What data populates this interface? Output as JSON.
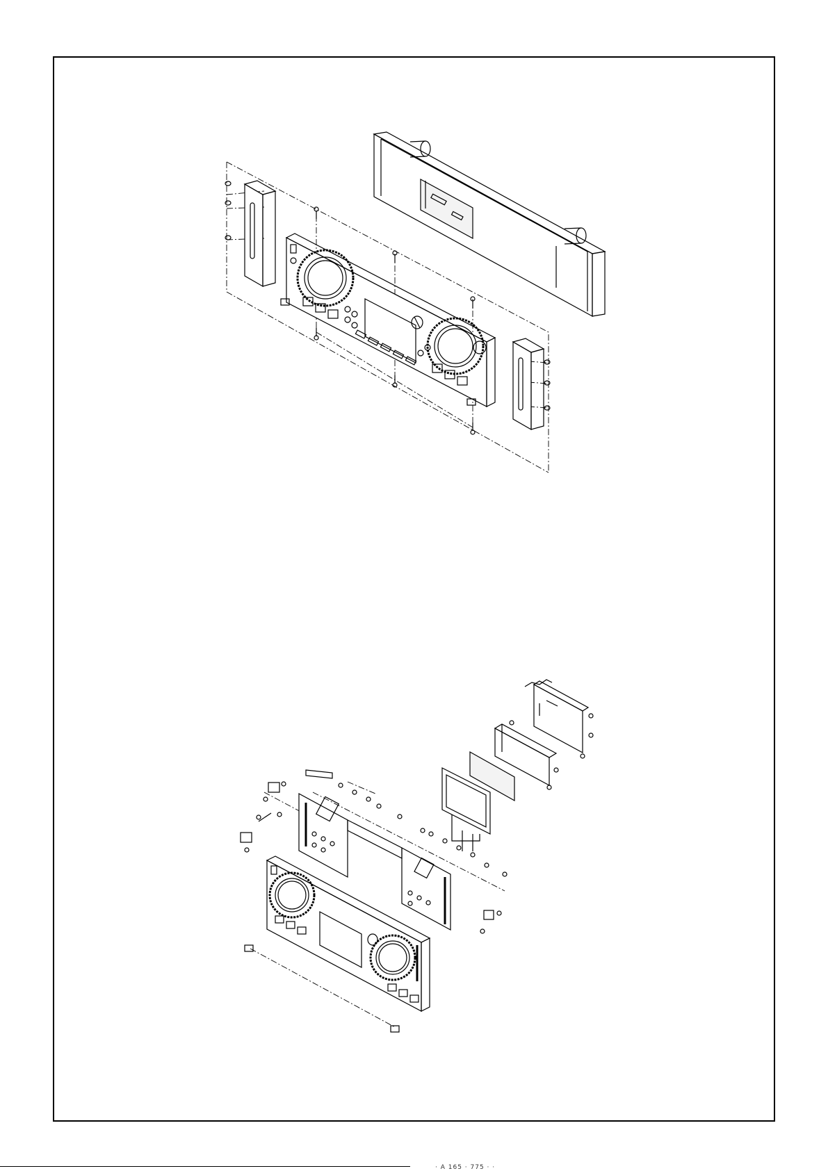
{
  "page": {
    "footer_fragment": "· A 165 · 775 · ·"
  },
  "diagram": {
    "upper_view": "front panel assembly with side brackets, screws and rear housing",
    "lower_view": "front panel exploded with circuit boards, display and shields"
  },
  "colors": {
    "line": "#000000",
    "background": "#ffffff",
    "light_fill": "#f3f3f3"
  }
}
